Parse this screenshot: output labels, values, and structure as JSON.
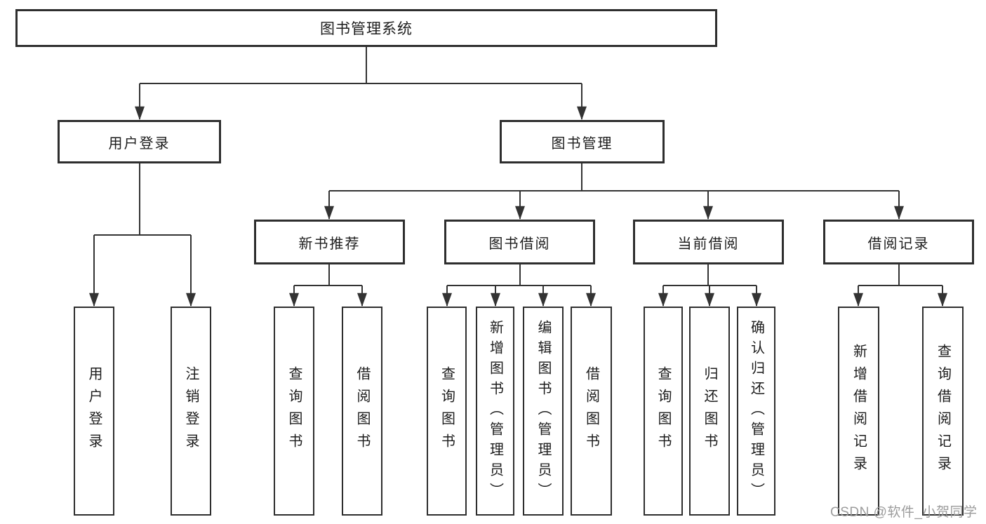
{
  "diagram": {
    "title": "图书管理系统",
    "level2": {
      "user_login": "用户登录",
      "book_management": "图书管理"
    },
    "level3": {
      "new_book_recommend": "新书推荐",
      "book_borrow": "图书借阅",
      "current_borrow": "当前借阅",
      "borrow_records": "借阅记录"
    },
    "leaves": {
      "user_login": "用户登录",
      "logout": "注销登录",
      "recommend_query_books": "查询图书",
      "recommend_borrow_books": "借阅图书",
      "borrow_query_books": "查询图书",
      "borrow_add_books_admin": "新增图书（管理员）",
      "borrow_edit_books_admin": "编辑图书（管理员）",
      "borrow_borrow_books": "借阅图书",
      "current_query_books": "查询图书",
      "current_return_books": "归还图书",
      "current_confirm_return_admin": "确认归还（管理员）",
      "records_add_record": "新增借阅记录",
      "records_query_record": "查询借阅记录"
    },
    "watermark": "CSDN @软件_小贺同学"
  },
  "colors": {
    "line": "#333333",
    "box_border": "#2e2e2e",
    "text": "#1c1c1c",
    "watermark": "#9c9c9c",
    "background": "#ffffff"
  }
}
